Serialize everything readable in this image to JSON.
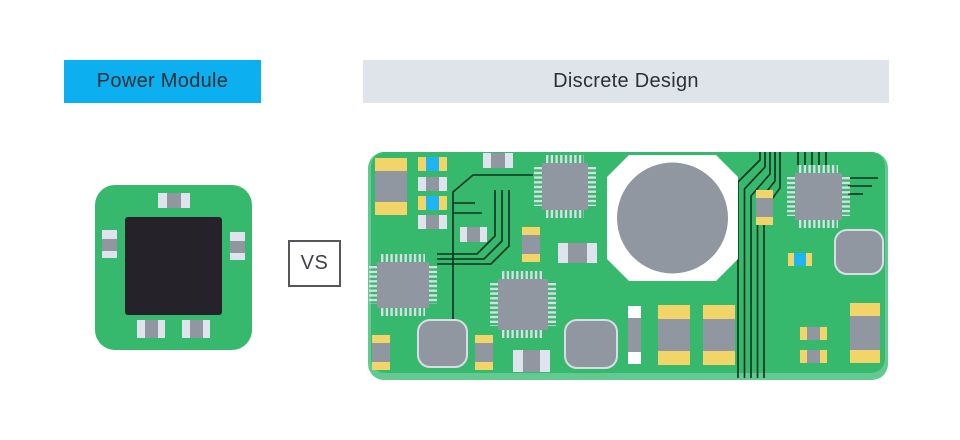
{
  "title": "Power Module vs Discrete Design comparison diagram",
  "labels": {
    "power_module": "Power Module",
    "discrete_design": "Discrete Design",
    "vs": "VS"
  },
  "colors": {
    "background": "#FFFFFF",
    "power_label_bg": "#0CB0F0",
    "discrete_label_bg": "#DFE4EB",
    "label_text": "#2E2E33",
    "pcb_green": "#36B86D",
    "pcb_edge_light": "#62CA91",
    "chip_black": "#26222A",
    "component_gray": "#9097A1",
    "pin_light": "#D8DDE5",
    "passive_end_light": "#DFE3ED",
    "cap_yellow": "#F2D568",
    "cap_blue": "#1FB5F2",
    "pad_white": "#FFFFFF",
    "trace_dark": "#12301F",
    "vs_border": "#55575B",
    "vs_text": "#3F4045"
  },
  "boards": {
    "power_module": {
      "name": "Power Module",
      "components": {
        "ic_chip": 1,
        "passives": 5
      }
    },
    "discrete_design": {
      "name": "Discrete Design",
      "components": {
        "qfp_chips": 4,
        "inductor_coil": 1,
        "electrolytic_capacitors": 8,
        "passives": 12,
        "power_packages": 3
      }
    }
  }
}
